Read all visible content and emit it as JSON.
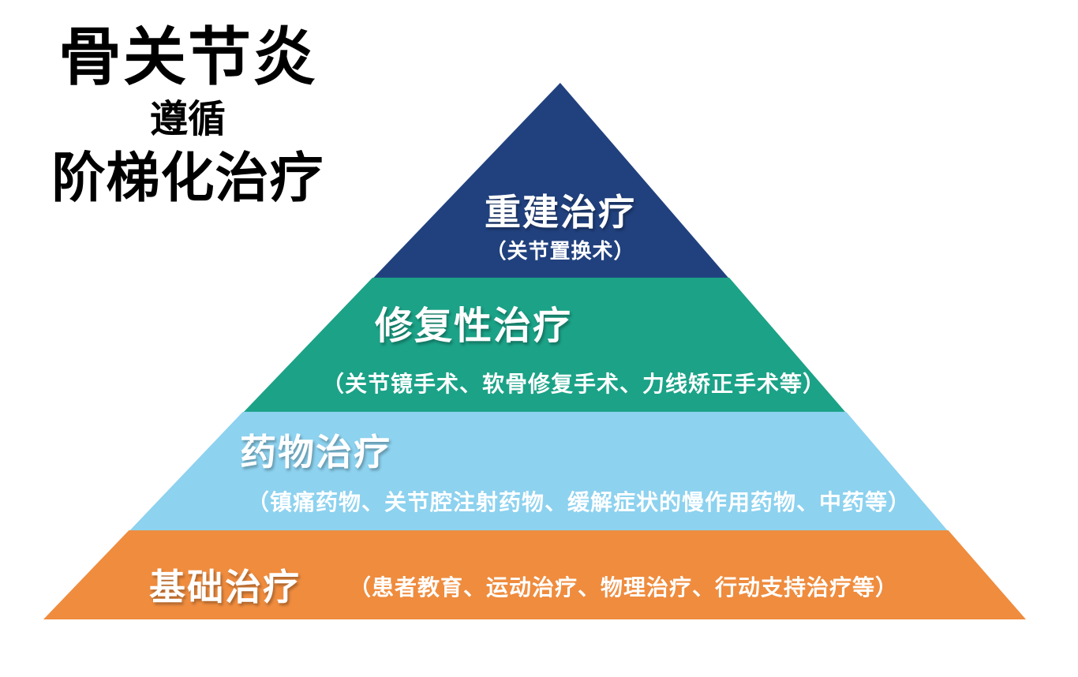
{
  "heading": {
    "line1": "骨关节炎",
    "line2": "遵循",
    "line3": "阶梯化治疗"
  },
  "pyramid": {
    "tiers": [
      {
        "id": "reconstruction",
        "title": "重建治疗",
        "subtitle": "（关节置换术）",
        "color": "#21417e"
      },
      {
        "id": "restorative",
        "title": "修复性治疗",
        "subtitle": "（关节镜手术、软骨修复手术、力线矫正手术等）",
        "color": "#1ba287"
      },
      {
        "id": "medication",
        "title": "药物治疗",
        "subtitle": "（镇痛药物、关节腔注射药物、缓解症状的慢作用药物、中药等）",
        "color": "#8dd2ef"
      },
      {
        "id": "basic",
        "title": "基础治疗",
        "subtitle": "（患者教育、运动治疗、物理治疗、行动支持治疗等）",
        "color": "#ef8c3e"
      }
    ]
  }
}
